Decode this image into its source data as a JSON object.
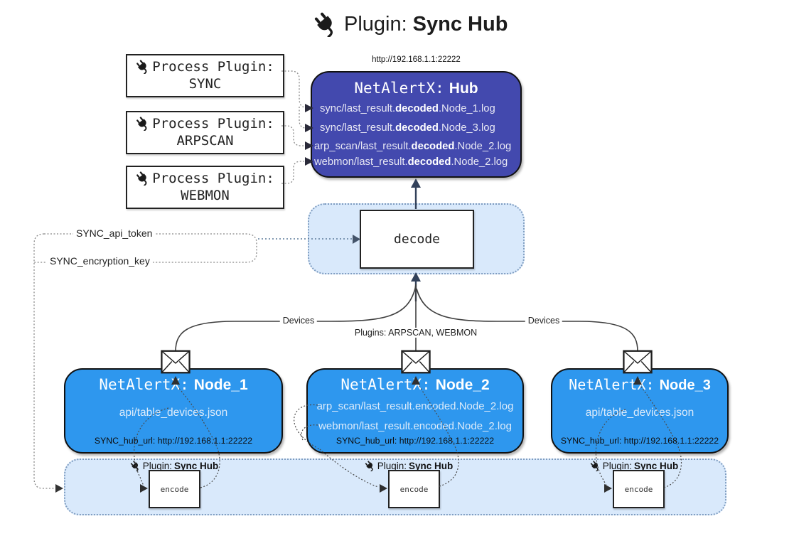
{
  "title": {
    "prefix": "Plugin:",
    "name": "Sync Hub"
  },
  "process_plugins": {
    "label": "Process Plugin:",
    "items": [
      {
        "name": "SYNC"
      },
      {
        "name": "ARPSCAN"
      },
      {
        "name": "WEBMON"
      }
    ]
  },
  "hub": {
    "url": "http://192.168.1.1:22222",
    "title_prefix": "NetAlertX:",
    "title_name": "Hub",
    "logs": [
      {
        "pre": "sync/last_result.",
        "bold": "decoded",
        "post": ".Node_1.log"
      },
      {
        "pre": "sync/last_result.",
        "bold": "decoded",
        "post": ".Node_3.log"
      },
      {
        "pre": "arp_scan/last_result.",
        "bold": "decoded",
        "post": ".Node_2.log"
      },
      {
        "pre": "webmon/last_result.",
        "bold": "decoded",
        "post": ".Node_2.log"
      }
    ]
  },
  "decode": {
    "label": "decode"
  },
  "secrets": {
    "api_token": "SYNC_api_token",
    "encryption_key": "SYNC_encryption_key"
  },
  "edges": {
    "devices_left": "Devices",
    "plugins_mid": "Plugins: ARPSCAN, WEBMON",
    "devices_right": "Devices"
  },
  "nodes": [
    {
      "title_prefix": "NetAlertX:",
      "title_name": "Node_1",
      "lines": [
        "api/table_devices.json"
      ],
      "hub_url": "SYNC_hub_url: http://192.168.1.1:22222",
      "plugin_prefix": "Plugin:",
      "plugin_name": "Sync Hub",
      "encode_label": "encode"
    },
    {
      "title_prefix": "NetAlertX:",
      "title_name": "Node_2",
      "lines": [
        "arp_scan/last_result.encoded.Node_2.log",
        "webmon/last_result.encoded.Node_2.log"
      ],
      "hub_url": "SYNC_hub_url: http://192.168.1.1:22222",
      "plugin_prefix": "Plugin:",
      "plugin_name": "Sync Hub",
      "encode_label": "encode"
    },
    {
      "title_prefix": "NetAlertX:",
      "title_name": "Node_3",
      "lines": [
        "api/table_devices.json"
      ],
      "hub_url": "SYNC_hub_url: http://192.168.1.1:22222",
      "plugin_prefix": "Plugin:",
      "plugin_name": "Sync Hub",
      "encode_label": "encode"
    }
  ],
  "colors": {
    "hub_fill": "#4349ae",
    "node_fill": "#2e97ee",
    "panel_fill": "#d9e9fb"
  }
}
